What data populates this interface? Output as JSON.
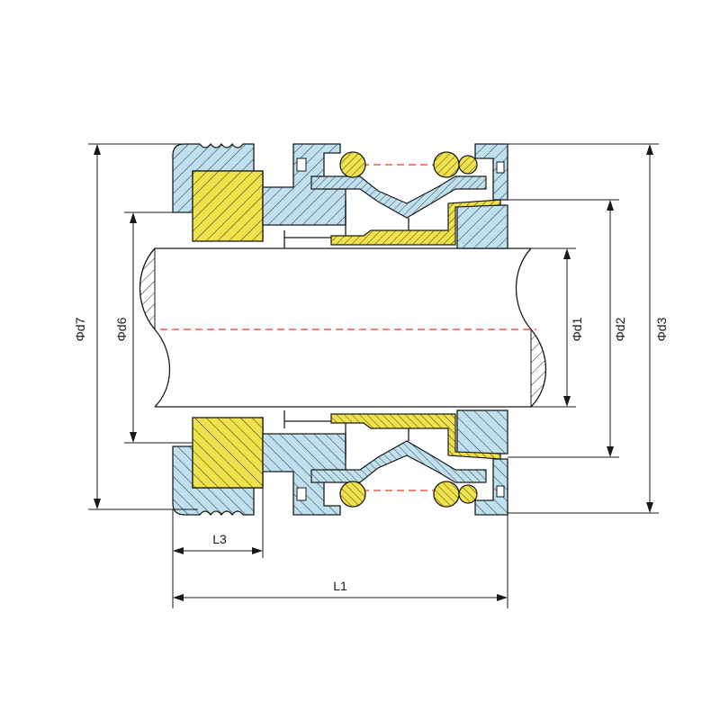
{
  "dimensions": {
    "d7": "Φd7",
    "d6": "Φd6",
    "d1": "Φd1",
    "d2": "Φd2",
    "d3": "Φd3",
    "l1": "L1",
    "l3": "L3"
  },
  "colors": {
    "metal": "#bfe0ef",
    "face": "#f0e24a",
    "centerline": "#e03a2a",
    "line": "#1a1a1a"
  }
}
